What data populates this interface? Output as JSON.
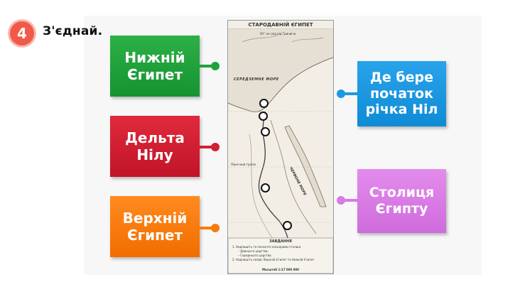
{
  "task": {
    "number": "4",
    "instruction": "З'єднай."
  },
  "cards_left": [
    {
      "label": "Нижній Єгипет",
      "color": "#1fa23c"
    },
    {
      "label": "Дельта Нілу",
      "color": "#d11f33"
    },
    {
      "label": "Верхній Єгипет",
      "color": "#f87c0c"
    }
  ],
  "cards_right": [
    {
      "label": "Де бере початок річка Ніл",
      "color": "#1e98e2"
    },
    {
      "label": "Столиця Єгипту",
      "color": "#d97be4"
    }
  ],
  "map": {
    "title": "СТАРОДАВНІЙ ЄГИПЕТ",
    "sea_label": "СЕРЕДЗЕМНЕ МОРЕ",
    "red_sea_label": "ЧЕРВОНЕ МОРЕ",
    "meridian_label": "30° на схід від Гринвіча",
    "tropic_label": "Північний тропік",
    "task_heading": "ЗАВДАННЯ",
    "task_line_1": "1. Надпишіть та позначте кольорами столиці:",
    "task_line_2": "– Давнього царства;",
    "task_line_3": "– Середнього царства.",
    "task_line_4": "2. Надпишіть назви: Верхній Єгипет та Нижній Єгипет",
    "scale": "Масштаб 1:17 000 000"
  }
}
